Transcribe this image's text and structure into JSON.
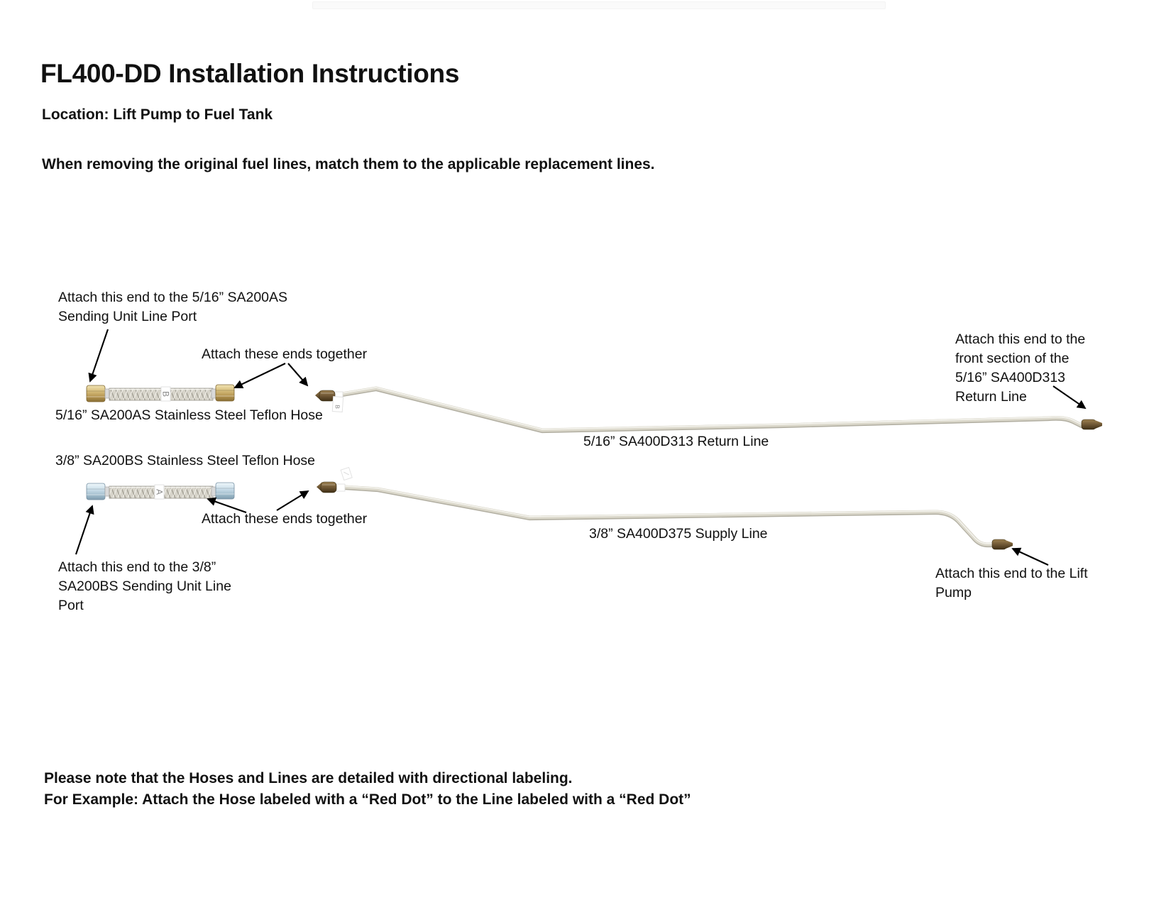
{
  "colors": {
    "ink": "#111111",
    "brass_nut": "#c9ab5e",
    "blue_nut": "#bdd6e4",
    "steel_braid": "#d7d4ca",
    "tube": "#d9d6c9",
    "bronze_fitting": "#6b5432"
  },
  "page": {
    "title": "FL400-DD Installation Instructions",
    "location_line": "Location: Lift Pump to Fuel Tank",
    "intro_line": "When removing the original fuel lines, match them to the applicable replacement lines."
  },
  "diagram": {
    "annotations": {
      "attach_sending_unit_516": [
        "Attach this end to the 5/16” SA200AS",
        "Sending Unit Line Port"
      ],
      "attach_ends_top": "Attach these ends together",
      "attach_ends_bottom": "Attach these ends together",
      "attach_sending_unit_38": [
        "Attach this end to the 3/8”",
        "SA200BS Sending Unit Line",
        "Port"
      ],
      "attach_front_section": [
        "Attach this end to the",
        "front section of the",
        "5/16” SA400D313",
        "Return Line"
      ],
      "attach_lift_pump": [
        "Attach this end to the Lift",
        "Pump"
      ]
    },
    "part_labels": {
      "hose_516": "5/16” SA200AS Stainless Steel Teflon Hose",
      "hose_38": "3/8” SA200BS Stainless Steel Teflon Hose",
      "return_line": "5/16” SA400D313 Return Line",
      "supply_line": "3/8” SA400D375 Supply Line"
    },
    "direction_tags": {
      "hose_516_tag": "B",
      "hose_38_tag": "A",
      "return_line_tag": "B"
    }
  },
  "footer": {
    "note_lines": [
      "Please note that the Hoses and Lines are detailed with directional labeling.",
      "For Example: Attach the Hose labeled with a “Red Dot” to the Line labeled with a “Red Dot”"
    ]
  }
}
